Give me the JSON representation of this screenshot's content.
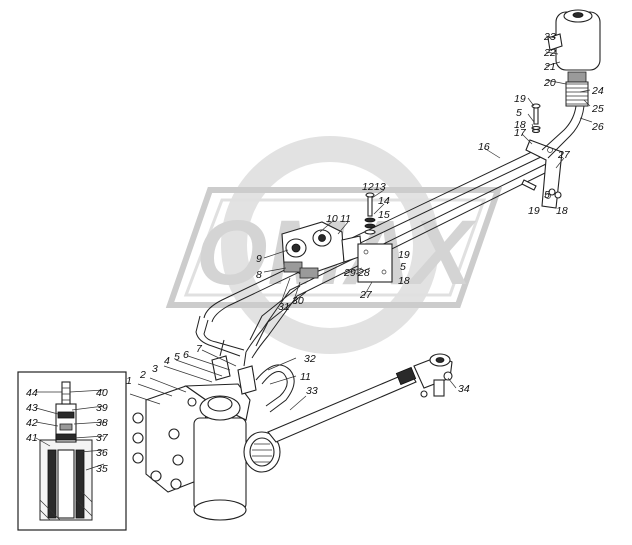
{
  "watermark": {
    "text": "OMAX"
  },
  "callouts": [
    {
      "id": "c1",
      "text": "1"
    },
    {
      "id": "c2",
      "text": "2"
    },
    {
      "id": "c3",
      "text": "3"
    },
    {
      "id": "c4",
      "text": "4"
    },
    {
      "id": "c5a",
      "text": "5"
    },
    {
      "id": "c6",
      "text": "6"
    },
    {
      "id": "c7",
      "text": "7"
    },
    {
      "id": "c8",
      "text": "8"
    },
    {
      "id": "c9",
      "text": "9"
    },
    {
      "id": "c10",
      "text": "10"
    },
    {
      "id": "c11a",
      "text": "11"
    },
    {
      "id": "c11b",
      "text": "11"
    },
    {
      "id": "c12",
      "text": "12"
    },
    {
      "id": "c13",
      "text": "13"
    },
    {
      "id": "c14",
      "text": "14"
    },
    {
      "id": "c15",
      "text": "15"
    },
    {
      "id": "c16",
      "text": "16"
    },
    {
      "id": "c17",
      "text": "17"
    },
    {
      "id": "c18a",
      "text": "18"
    },
    {
      "id": "c18b",
      "text": "18"
    },
    {
      "id": "c18c",
      "text": "18"
    },
    {
      "id": "c19a",
      "text": "19"
    },
    {
      "id": "c19b",
      "text": "19"
    },
    {
      "id": "c19c",
      "text": "19"
    },
    {
      "id": "c5b",
      "text": "5"
    },
    {
      "id": "c5c",
      "text": "5"
    },
    {
      "id": "c5d",
      "text": "5"
    },
    {
      "id": "c20",
      "text": "20"
    },
    {
      "id": "c21",
      "text": "21"
    },
    {
      "id": "c22",
      "text": "22"
    },
    {
      "id": "c23",
      "text": "23"
    },
    {
      "id": "c24",
      "text": "24"
    },
    {
      "id": "c25",
      "text": "25"
    },
    {
      "id": "c26",
      "text": "26"
    },
    {
      "id": "c27a",
      "text": "27"
    },
    {
      "id": "c27b",
      "text": "27"
    },
    {
      "id": "c28",
      "text": "28"
    },
    {
      "id": "c29",
      "text": "29"
    },
    {
      "id": "c30",
      "text": "30"
    },
    {
      "id": "c31",
      "text": "31"
    },
    {
      "id": "c32",
      "text": "32"
    },
    {
      "id": "c33",
      "text": "33"
    },
    {
      "id": "c34",
      "text": "34"
    },
    {
      "id": "c35",
      "text": "35"
    },
    {
      "id": "c36",
      "text": "36"
    },
    {
      "id": "c37",
      "text": "37"
    },
    {
      "id": "c38",
      "text": "38"
    },
    {
      "id": "c39",
      "text": "39"
    },
    {
      "id": "c40",
      "text": "40"
    },
    {
      "id": "c41",
      "text": "41"
    },
    {
      "id": "c42",
      "text": "42"
    },
    {
      "id": "c43",
      "text": "43"
    },
    {
      "id": "c44",
      "text": "44"
    }
  ]
}
